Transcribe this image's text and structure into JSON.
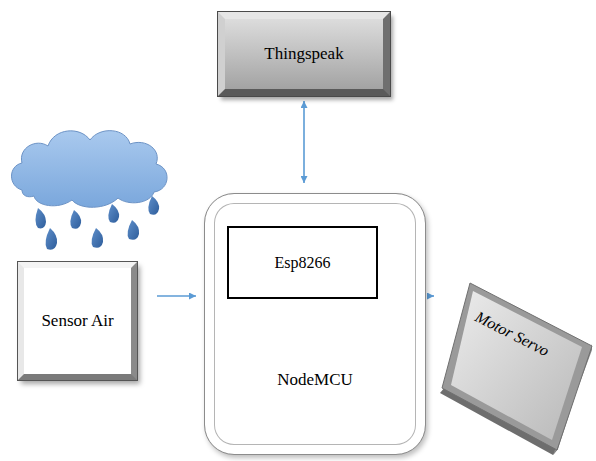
{
  "diagram": {
    "nodes": [
      {
        "text": [
          "Thingspeak"
        ]
      },
      {
        "text": [
          "Sensor Air"
        ]
      },
      {
        "text": [
          "NodeMCU"
        ]
      },
      {
        "text": [
          "Esp8266"
        ],
        "in": 2
      },
      {
        "text": [
          "Motor Servo"
        ]
      }
    ],
    "edges": [
      {
        "from": 0,
        "to": 2,
        "arrow": "both"
      },
      {
        "from": 1,
        "to": 2,
        "arrow": "to"
      },
      {
        "from": 2,
        "to": 4,
        "arrow": "to"
      }
    ]
  }
}
